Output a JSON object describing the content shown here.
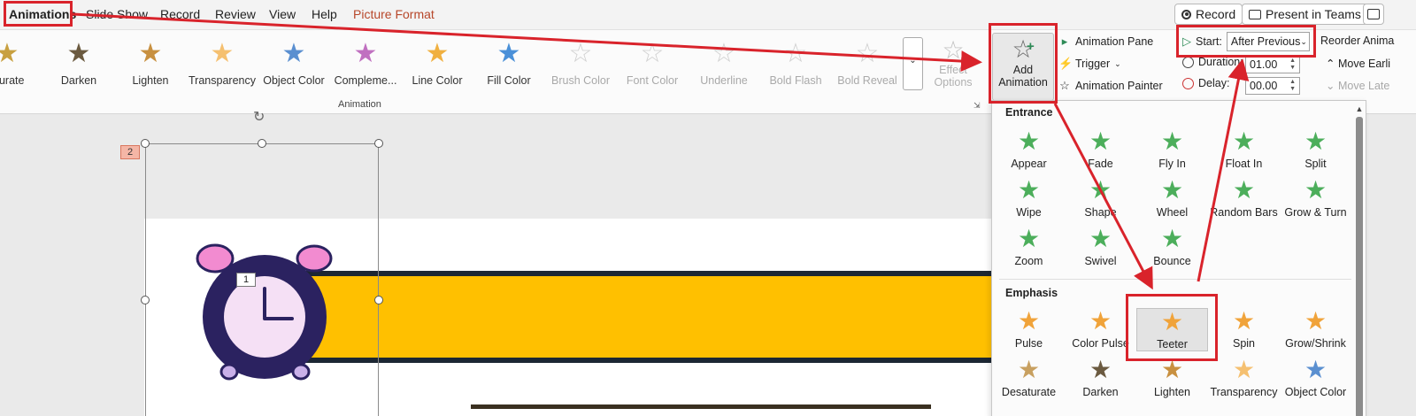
{
  "menu": {
    "tabs": [
      "Animations",
      "Slide Show",
      "Record",
      "Review",
      "View",
      "Help",
      "Picture Format"
    ],
    "record_button": "Record",
    "present_button": "Present in Teams"
  },
  "ribbon": {
    "effects": [
      {
        "label": "aturate",
        "color": "#c8a040",
        "enabled": true
      },
      {
        "label": "Darken",
        "color": "#6b5a40",
        "enabled": true
      },
      {
        "label": "Lighten",
        "color": "#c89040",
        "enabled": true
      },
      {
        "label": "Transparency",
        "color": "#f5c070",
        "enabled": true
      },
      {
        "label": "Object Color",
        "color": "#5a8fd0",
        "enabled": true
      },
      {
        "label": "Compleme...",
        "color": "#c070c0",
        "enabled": true
      },
      {
        "label": "Line Color",
        "color": "#f0b040",
        "enabled": true
      },
      {
        "label": "Fill Color",
        "color": "#4a90d8",
        "enabled": true
      },
      {
        "label": "Brush Color",
        "color": "#cccccc",
        "enabled": false
      },
      {
        "label": "Font Color",
        "color": "#cccccc",
        "enabled": false
      },
      {
        "label": "Underline",
        "color": "#cccccc",
        "enabled": false
      },
      {
        "label": "Bold Flash",
        "color": "#cccccc",
        "enabled": false
      },
      {
        "label": "Bold Reveal",
        "color": "#cccccc",
        "enabled": false
      }
    ],
    "effect_options": {
      "line1": "Effect",
      "line2": "Options"
    },
    "group_label": "Animation",
    "add_animation": {
      "line1": "Add",
      "line2": "Animation"
    },
    "advanced": {
      "animation_pane": "Animation Pane",
      "trigger": "Trigger",
      "animation_painter": "Animation Painter"
    },
    "timing": {
      "start_label": "Start:",
      "start_value": "After Previous",
      "duration_label": "Duration:",
      "duration_value": "01.00",
      "delay_label": "Delay:",
      "delay_value": "00.00"
    },
    "reorder": {
      "title": "Reorder Anima",
      "move_earlier": "Move Earli",
      "move_later": "Move Late"
    }
  },
  "slide": {
    "tag_one": "1",
    "tag_two": "2"
  },
  "dropdown": {
    "entrance_heading": "Entrance",
    "entrance": [
      "Appear",
      "Fade",
      "Fly In",
      "Float In",
      "Split",
      "Wipe",
      "Shape",
      "Wheel",
      "Random Bars",
      "Grow & Turn",
      "Zoom",
      "Swivel",
      "Bounce"
    ],
    "emphasis_heading": "Emphasis",
    "emphasis": [
      "Pulse",
      "Color Pulse",
      "Teeter",
      "Spin",
      "Grow/Shrink",
      "Desaturate",
      "Darken",
      "Lighten",
      "Transparency",
      "Object Color"
    ],
    "emphasis_colors": [
      "#f0a33a",
      "#f0a33a",
      "#f0a33a",
      "#f0a33a",
      "#f0a33a",
      "#c8a060",
      "#6b5a40",
      "#c89040",
      "#f5c070",
      "#5a8fd0"
    ],
    "selected": "Teeter"
  },
  "colors": {
    "annotation_red": "#d9232b",
    "accent_tab": "#b7472a",
    "banner_yellow": "#ffc000"
  }
}
